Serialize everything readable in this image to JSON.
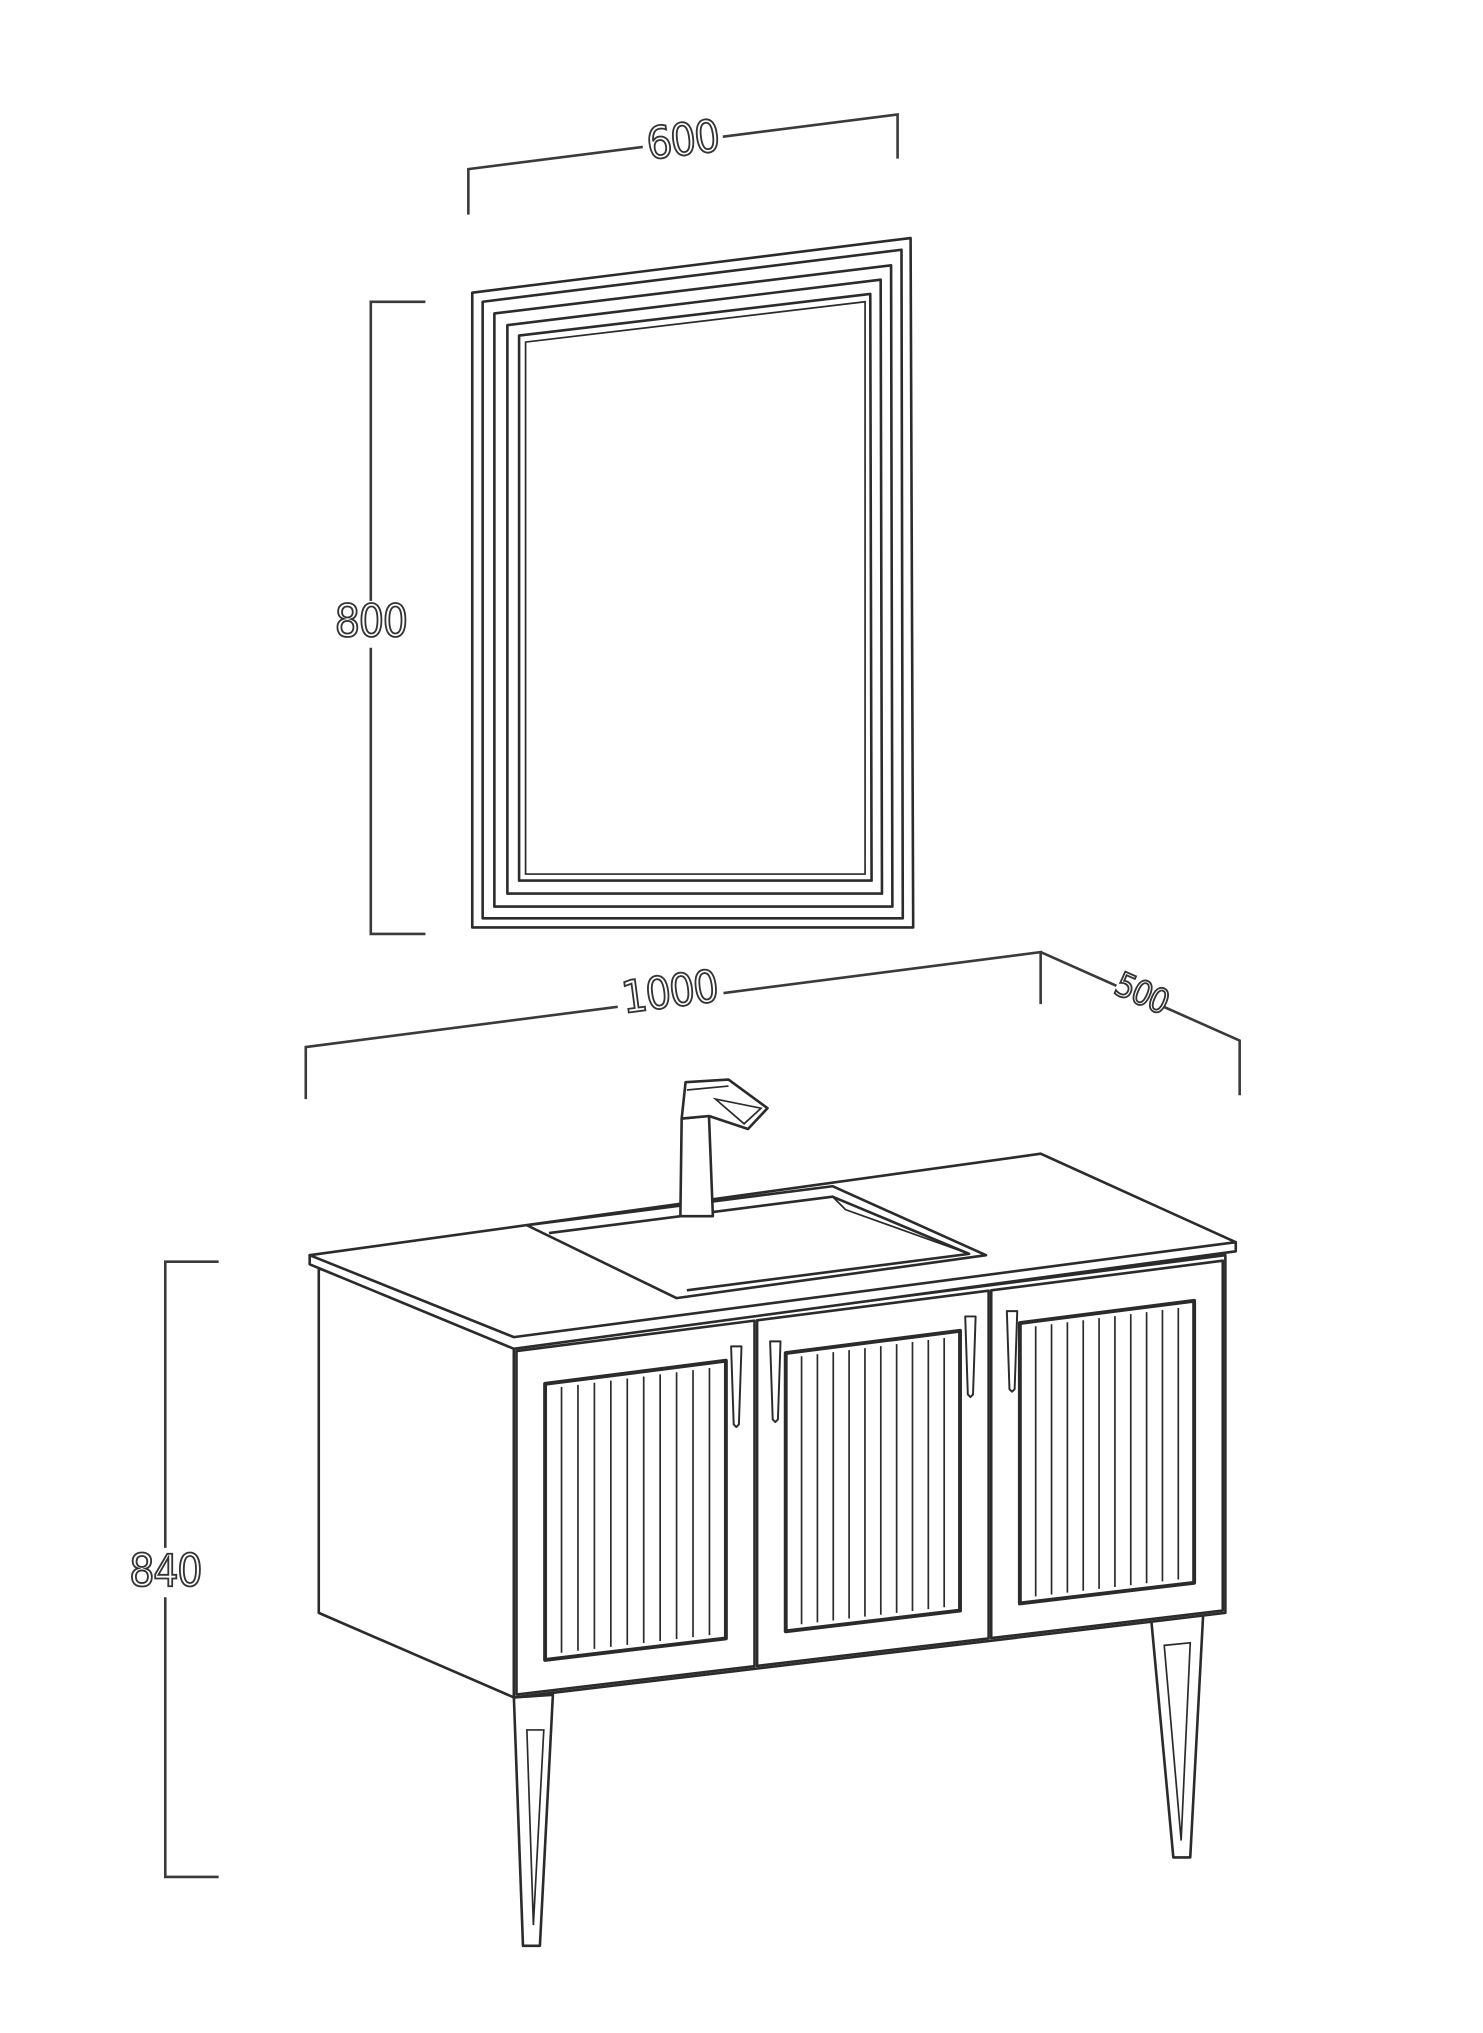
{
  "dimensions": {
    "mirror_width": "600",
    "mirror_height": "800",
    "cabinet_width": "1000",
    "cabinet_depth": "500",
    "cabinet_height": "840"
  },
  "colors": {
    "line": "#2b2b2b",
    "background": "#ffffff"
  },
  "cabinet": {
    "door_count": 3
  }
}
